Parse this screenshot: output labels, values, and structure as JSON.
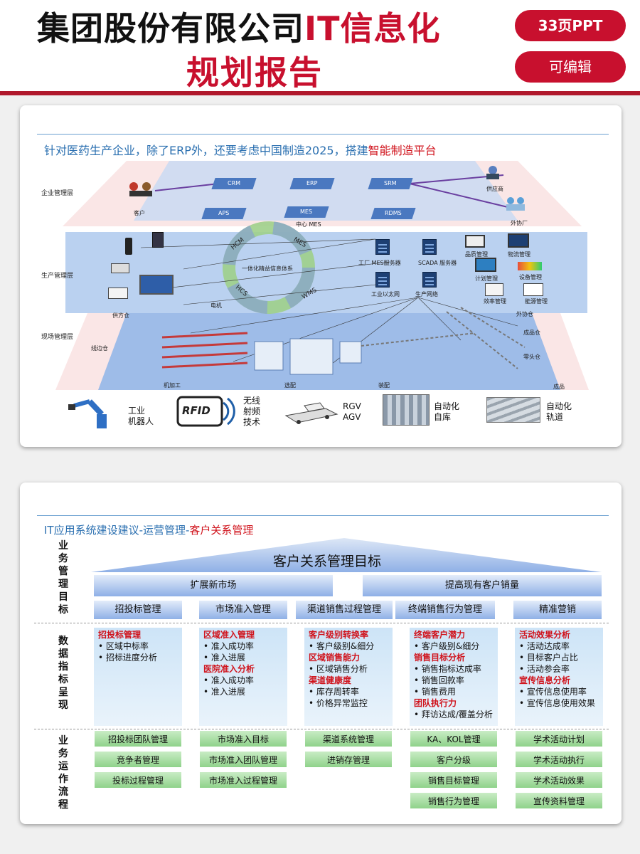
{
  "header": {
    "title_part1": "集团股份有限公司",
    "title_part2": "IT信息化",
    "title_line2": "规划报告",
    "badge_pages": "33页PPT",
    "badge_editable": "可编辑"
  },
  "slide1": {
    "title_prefix": "针对医药生产企业，除了ERP外，还要考虑中国制造2025，搭建",
    "title_highlight": "智能制造平台",
    "layers": {
      "enterprise": "企业管理层",
      "production": "生产管理层",
      "field": "现场管理层"
    },
    "systems": [
      "CRM",
      "ERP",
      "SRM",
      "APS",
      "MES",
      "RDMS"
    ],
    "center_mes": "中心 MES",
    "cycle_center": "一体化精益信息体系",
    "cycle_segments": [
      "HCM",
      "MES",
      "HCS",
      "WMS"
    ],
    "labels": {
      "customer": "客户",
      "supplier": "供应商",
      "outsource": "外协厂",
      "factory_mes": "工厂 MES服务器",
      "scada": "SCADA 服务器",
      "ethernet": "工业以太网",
      "prod_network": "生产网络",
      "quality": "品质管理",
      "logistics": "物流管理",
      "plan": "计划管理",
      "equipment": "设备管理",
      "efficiency": "效率管理",
      "energy": "能源管理",
      "supplier_wh": "供方仓",
      "side_wh": "线边仓",
      "machining": "机加工",
      "assembly_sel": "选配",
      "assembly": "装配",
      "motor": "电机",
      "outsource_wh": "外协仓",
      "product_wh": "成品仓",
      "parts_wh": "零头仓",
      "product": "成品"
    },
    "bottom_items": [
      {
        "icon": "robot-arm-icon",
        "label1": "工业",
        "label2": "机器人"
      },
      {
        "icon": "rfid-icon",
        "label1": "无线",
        "label2": "射频",
        "label3": "技术"
      },
      {
        "icon": "agv-icon",
        "label1": "RGV",
        "label2": "AGV"
      },
      {
        "icon": "warehouse-icon",
        "label1": "自动化",
        "label2": "自库"
      },
      {
        "icon": "rail-icon",
        "label1": "自动化",
        "label2": "轨道"
      }
    ],
    "rfid_text": "RFID"
  },
  "slide2": {
    "title_prefix": "IT应用系统建设建议-运营管理-",
    "title_highlight": "客户关系管理",
    "side_labels": {
      "goals": "业务管理目标",
      "metrics": "数据指标呈现",
      "process": "业务运作流程"
    },
    "main_goal": "客户关系管理目标",
    "goal_groups": [
      "扩展新市场",
      "提高现有客户销量"
    ],
    "categories": [
      "招投标管理",
      "市场准入管理",
      "渠道销售过程管理",
      "终端销售行为管理",
      "精准营销"
    ],
    "metric_columns": [
      [
        {
          "h": "招投标管理"
        },
        {
          "t": "• 区域中标率"
        },
        {
          "t": "• 招标进度分析"
        }
      ],
      [
        {
          "h": "区域准入管理"
        },
        {
          "t": "•    准入成功率"
        },
        {
          "t": "•    准入进展"
        },
        {
          "h": "医院准入分析"
        },
        {
          "t": "•    准入成功率"
        },
        {
          "t": "•    准入进展"
        }
      ],
      [
        {
          "h": "客户级别转换率"
        },
        {
          "t": "• 客户级别&细分"
        },
        {
          "h": "区域销售能力"
        },
        {
          "t": "• 区域销售分析"
        },
        {
          "h": "渠道健康度"
        },
        {
          "t": "• 库存周转率"
        },
        {
          "t": "• 价格异常监控"
        }
      ],
      [
        {
          "h": "终端客户潜力"
        },
        {
          "t": "• 客户级别&细分"
        },
        {
          "h": "销售目标分析"
        },
        {
          "t": "• 销售指标达成率"
        },
        {
          "t": "• 销售回款率"
        },
        {
          "t": "• 销售费用"
        },
        {
          "h": "团队执行力"
        },
        {
          "t": "• 拜访达成/覆盖分析"
        }
      ],
      [
        {
          "h": "活动效果分析"
        },
        {
          "t": "• 活动达成率"
        },
        {
          "t": "• 目标客户占比"
        },
        {
          "t": "• 活动参会率"
        },
        {
          "h": "宣传信息分析"
        },
        {
          "t": "• 宣传信息使用率"
        },
        {
          "t": "• 宣传信息使用效果"
        }
      ]
    ],
    "process_columns": [
      [
        "招投标团队管理",
        "竞争者管理",
        "投标过程管理"
      ],
      [
        "市场准入目标",
        "市场准入团队管理",
        "市场准入过程管理"
      ],
      [
        "渠道系统管理",
        "进销存管理"
      ],
      [
        "KA、KOL管理",
        "客户分级",
        "销售目标管理",
        "销售行为管理"
      ],
      [
        "学术活动计划",
        "学术活动执行",
        "学术活动效果",
        "宣传资料管理"
      ]
    ]
  }
}
